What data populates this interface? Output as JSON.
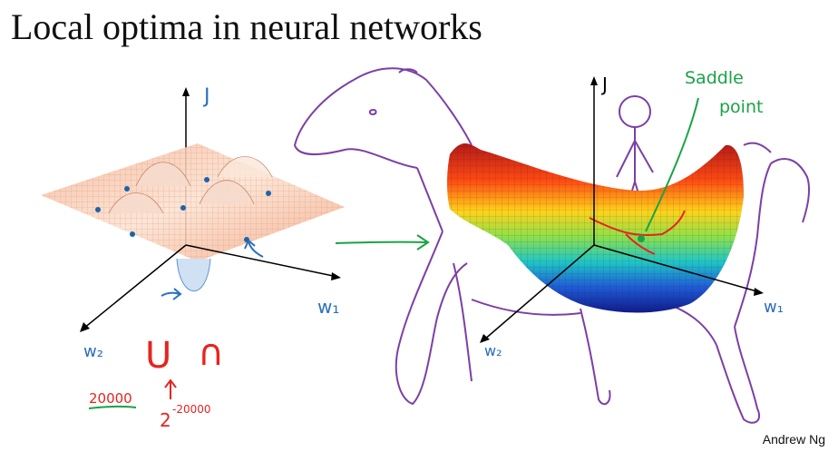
{
  "slide": {
    "title": "Local optima in neural networks",
    "author": "Andrew Ng"
  },
  "left_plot": {
    "axis_j": "J",
    "axis_w1": "w₁",
    "axis_w2": "w₂",
    "shape_up": "U",
    "shape_down": "∩",
    "dims": "20000",
    "prob_base": "2",
    "prob_exp": "-20000"
  },
  "right_plot": {
    "axis_j": "J",
    "axis_w1": "w₁",
    "axis_w2": "w₂",
    "annotation_line1": "Saddle",
    "annotation_line2": "point"
  },
  "colors": {
    "ink_blue": "#2a6fbd",
    "ink_red": "#e8231f",
    "ink_green": "#1aa346",
    "ink_purple": "#7c3fa6",
    "surface_grid": "#e29a7a"
  }
}
